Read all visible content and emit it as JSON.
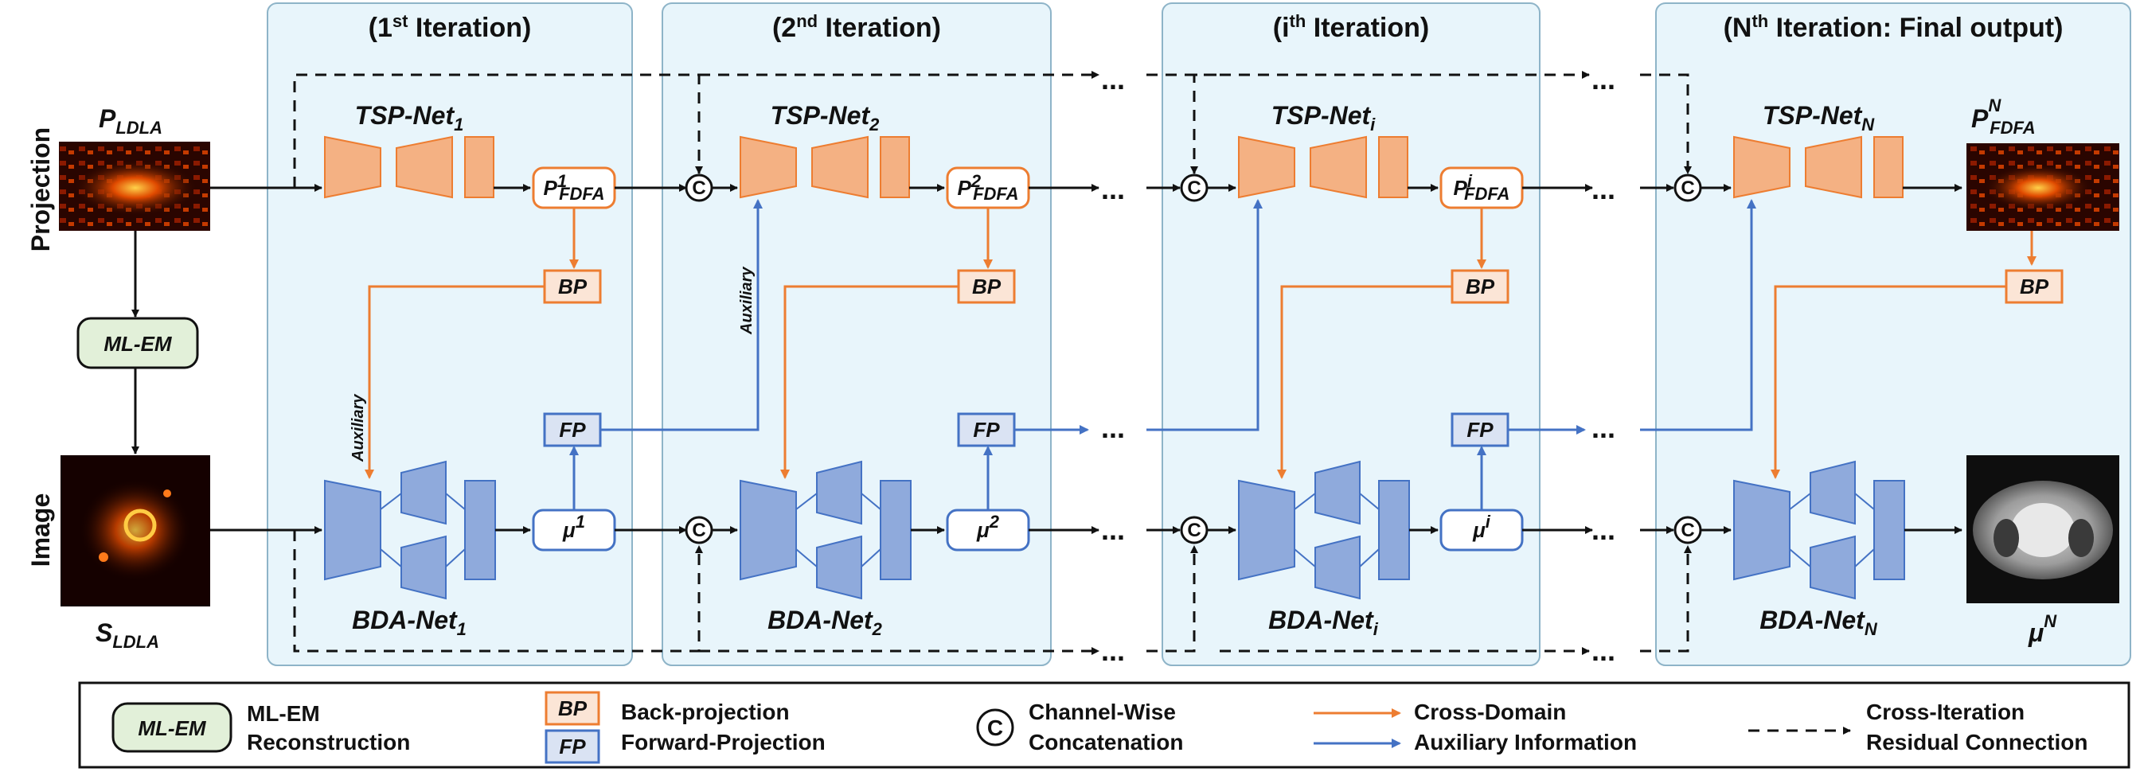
{
  "iterations": [
    {
      "title": "(1",
      "sup": "st",
      "rest": " Iteration)",
      "tsp": "TSP-Net",
      "tsp_sub": "1",
      "bda": "BDA-Net",
      "bda_sub": "1",
      "p_sup": "1",
      "mu_sup": "1"
    },
    {
      "title": "(2",
      "sup": "nd",
      "rest": " Iteration)",
      "tsp": "TSP-Net",
      "tsp_sub": "2",
      "bda": "BDA-Net",
      "bda_sub": "2",
      "p_sup": "2",
      "mu_sup": "2"
    },
    {
      "title": "(i",
      "sup": "th",
      "rest": " Iteration)",
      "tsp": "TSP-Net",
      "tsp_sub": "i",
      "bda": "BDA-Net",
      "bda_sub": "i",
      "p_sup": "i",
      "mu_sup": "i"
    },
    {
      "title": "(N",
      "sup": "th",
      "rest": " Iteration: Final output)",
      "tsp": "TSP-Net",
      "tsp_sub": "N",
      "bda": "BDA-Net",
      "bda_sub": "N",
      "p_sup": "N",
      "mu_sup": "N"
    }
  ],
  "rows": {
    "projection": "Projection",
    "image": "Image"
  },
  "inputs": {
    "p_main": "P",
    "p_sub": "LDLA",
    "s_main": "S",
    "s_sub": "LDLA"
  },
  "mlem": "ML-EM",
  "bp": "BP",
  "fp": "FP",
  "auxiliary": "Auxiliary",
  "concat_symbol": "C",
  "ellipsis": "...",
  "outputs": {
    "p_main": "P",
    "p_sub": "FDFA",
    "p_sup": "N",
    "mu_main": "μ",
    "mu_sup": "N"
  },
  "legend": {
    "mlem_line1": "ML-EM",
    "mlem_line2": "Reconstruction",
    "bp": "Back-projection",
    "fp": "Forward-Projection",
    "concat_line1": "Channel-Wise",
    "concat_line2": "Concatenation",
    "cross_domain": "Cross-Domain",
    "aux_info": "Auxiliary Information",
    "residual_line1": "Cross-Iteration",
    "residual_line2": "Residual Connection"
  },
  "colors": {
    "orange": "#ED7D31",
    "orange_fill": "#F4B183",
    "orange_light": "#FBE5D6",
    "blue": "#4472C4",
    "blue_fill": "#8FAADC",
    "blue_light": "#DAE3F3",
    "panel": "#E8F5FB",
    "mlem_fill": "#E2F0D9"
  }
}
